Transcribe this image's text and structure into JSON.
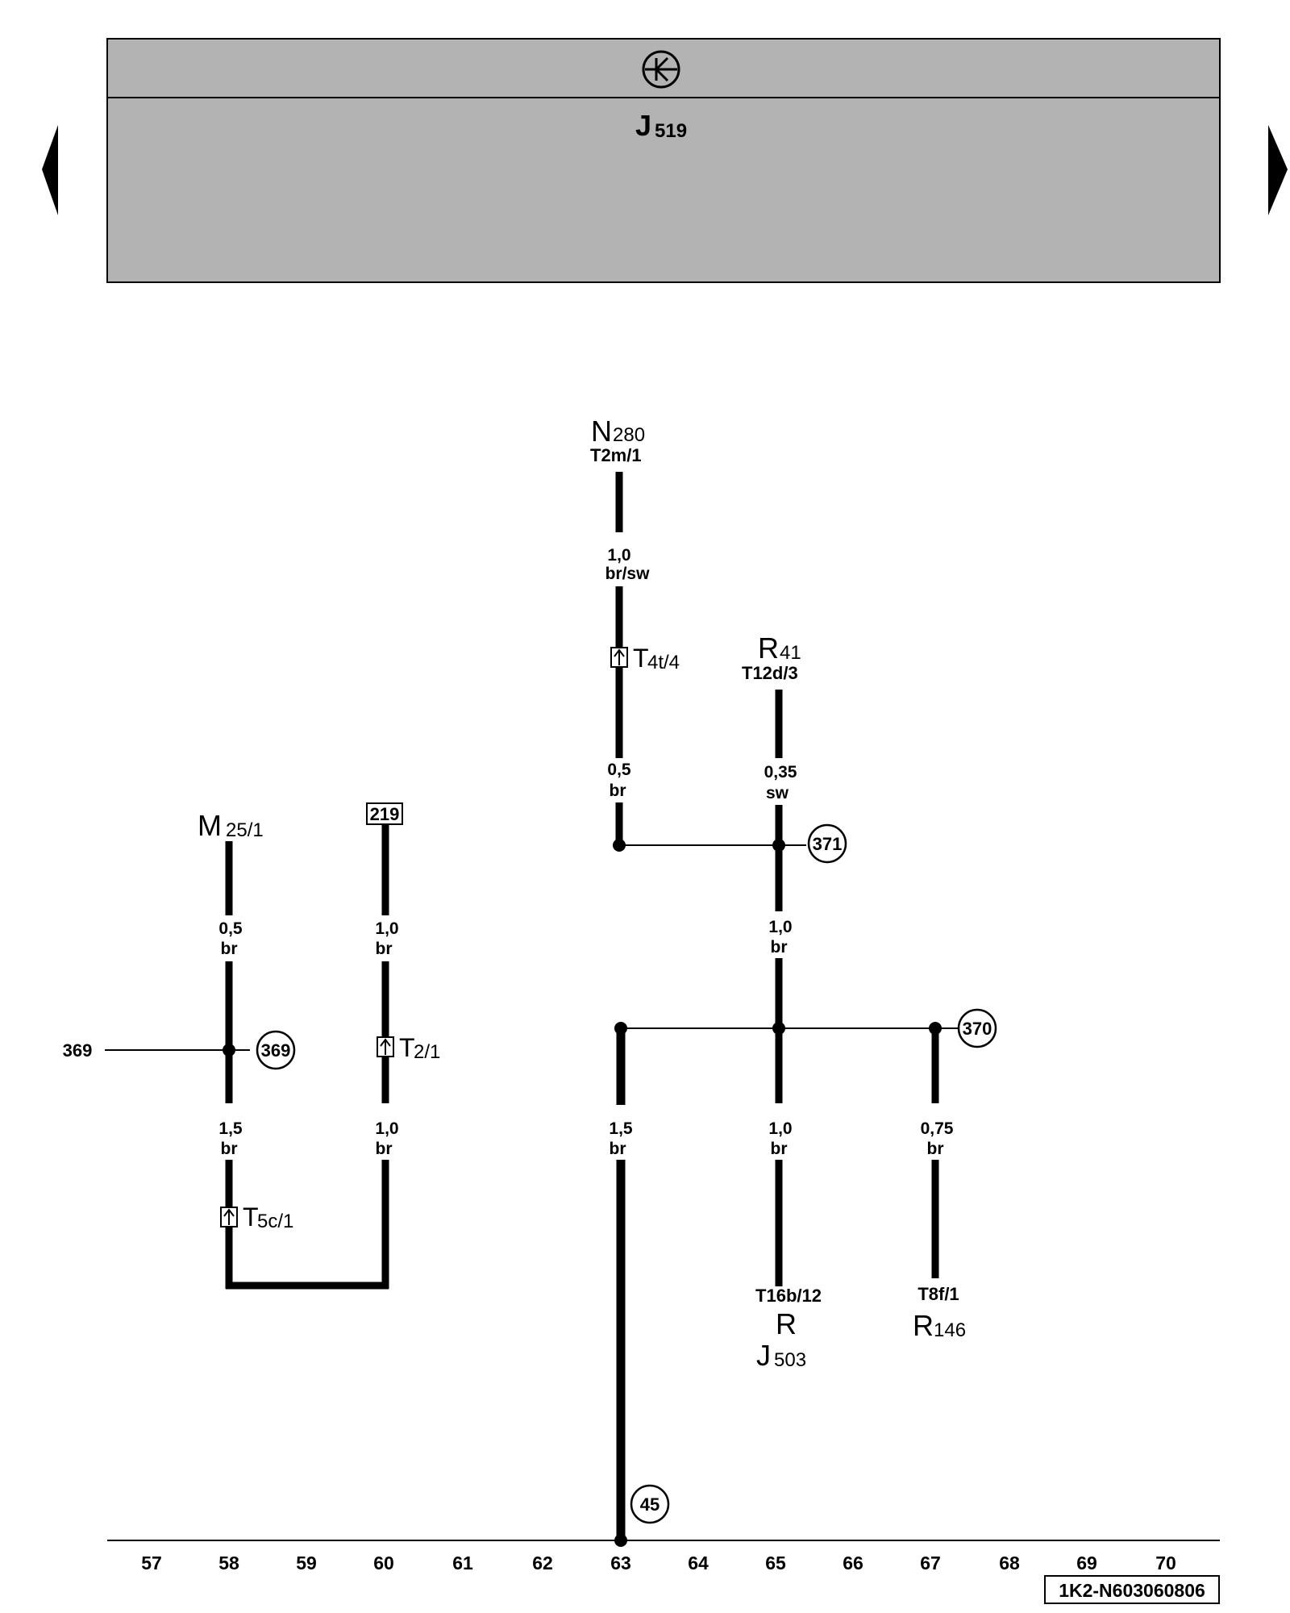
{
  "control_unit": {
    "symbol_letter": "J",
    "symbol_number": "519"
  },
  "ground_strip": "1K2-N603060806",
  "nav": {
    "prev": "previous-page",
    "next": "next-page"
  },
  "components": {
    "n280": {
      "letter": "N",
      "number": "280",
      "terminal": "T2m/1"
    },
    "r41": {
      "letter": "R",
      "number": "41",
      "terminal": "T12d/3"
    },
    "m25": {
      "letter": "M",
      "number": "25/1"
    },
    "box219": "219",
    "j503": {
      "terminal": "T16b/12",
      "pin": "R",
      "letter": "J",
      "number": "503"
    },
    "r146": {
      "terminal": "T8f/1",
      "letter": "R",
      "number": "146"
    }
  },
  "wires": {
    "w1": {
      "size": "1,0",
      "color": "br/sw"
    },
    "w2": {
      "size": "0,5",
      "color": "br"
    },
    "w3": {
      "size": "0,35",
      "color": "sw"
    },
    "w4": {
      "size": "1,0",
      "color": "br"
    },
    "w5": {
      "size": "0,5",
      "color": "br"
    },
    "w6": {
      "size": "1,0",
      "color": "br"
    },
    "w7": {
      "size": "1,5",
      "color": "br"
    },
    "w8": {
      "size": "1,0",
      "color": "br"
    },
    "w9": {
      "size": "1,5",
      "color": "br"
    },
    "w10": {
      "size": "1,0",
      "color": "br"
    },
    "w11": {
      "size": "0,75",
      "color": "br"
    }
  },
  "connectors": {
    "t4t": {
      "letter": "T",
      "pin": "4t/4"
    },
    "t2": {
      "letter": "T",
      "pin": "2/1"
    },
    "t5c": {
      "letter": "T",
      "pin": "5c/1"
    }
  },
  "refs": {
    "c371": "371",
    "c370": "370",
    "c369": "369",
    "c45": "45",
    "line369": "369"
  },
  "axis_numbers": [
    "57",
    "58",
    "59",
    "60",
    "61",
    "62",
    "63",
    "64",
    "65",
    "66",
    "67",
    "68",
    "69",
    "70"
  ]
}
